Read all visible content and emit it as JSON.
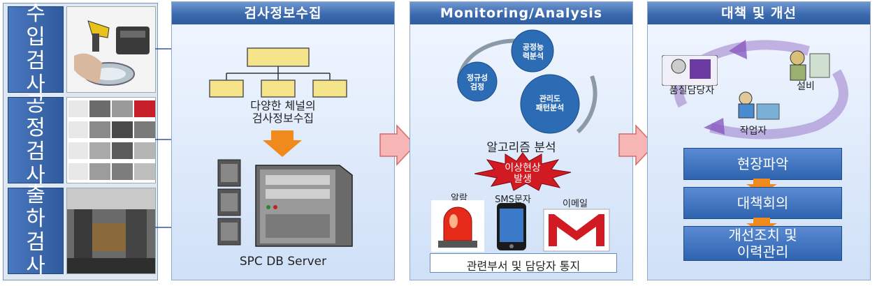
{
  "left": {
    "tabs": [
      {
        "label": "수입검사",
        "chars": [
          "수",
          "입",
          "검",
          "사"
        ]
      },
      {
        "label": "공정검사",
        "chars": [
          "공",
          "정",
          "검",
          "사"
        ]
      },
      {
        "label": "출하검사",
        "chars": [
          "출",
          "하",
          "검",
          "사"
        ]
      }
    ]
  },
  "panel1": {
    "title": "검사정보수집",
    "caption_line1": "다양한 체널의",
    "caption_line2": "검사정보수집",
    "server_label": "SPC DB Server"
  },
  "panel2": {
    "title": "Monitoring/Analysis",
    "gear1": "공정능력분석",
    "gear1_l1": "공정능",
    "gear1_l2": "력분석",
    "gear2_l1": "정규성",
    "gear2_l2": "검정",
    "gear3_l1": "관리도",
    "gear3_l2": "패턴분석",
    "algo_label": "알고리즘 분석",
    "burst_l1": "이상현상",
    "burst_l2": "발생",
    "alarm_label": "알람",
    "sms_label": "SMS문자",
    "email_label": "이메일",
    "notify_label": "관련부서 및 담당자 통지"
  },
  "panel3": {
    "title": "대책 및 개선",
    "role1": "품질담당자",
    "role2": "설비",
    "role3": "작업자",
    "step1": "현장파악",
    "step2": "대책회의",
    "step3_l1": "개선조치 및",
    "step3_l2": "이력관리"
  },
  "colors": {
    "header": "#3c6aaf",
    "tab": "#2f5a9c",
    "arrow": "#f4a7a7",
    "orange": "#f08a1c",
    "gear": "#2b6cb5"
  }
}
